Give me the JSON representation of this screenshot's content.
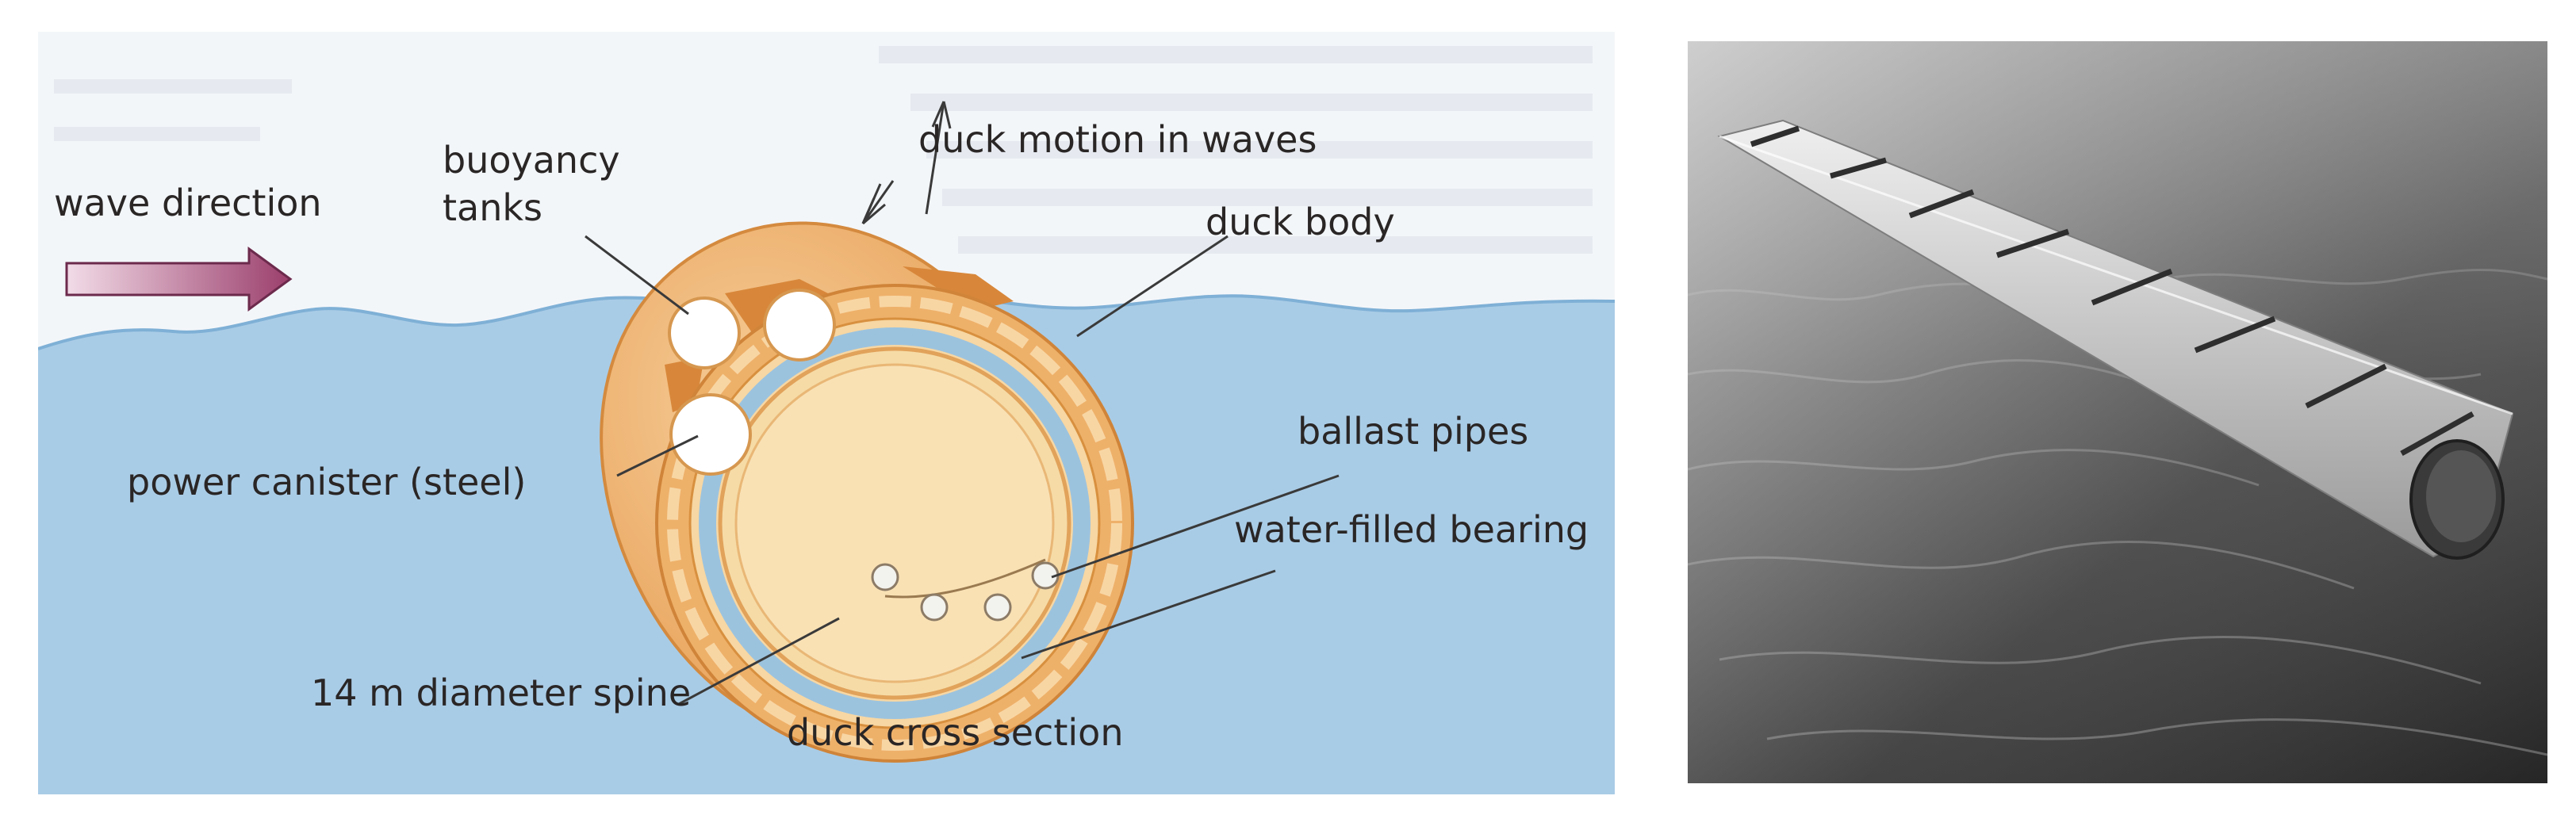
{
  "diagram": {
    "labels": {
      "wave_direction": "wave direction",
      "buoyancy_line1": "buoyancy",
      "buoyancy_line2": "tanks",
      "duck_motion": "duck motion in waves",
      "duck_body": "duck body",
      "power_canister": "power canister (steel)",
      "ballast_pipes": "ballast pipes",
      "water_bearing": "water-filled bearing",
      "spine": "14 m diameter spine",
      "cross_section": "duck cross section"
    },
    "colors": {
      "water": "#a9cce6",
      "background_paper": "#f3f6f9",
      "duck_body": "#ecae66",
      "duck_inner": "#f7d7a3",
      "spine_fill": "#f6dba6",
      "bearing": "#9cc3de",
      "arrow": "#a8557a"
    }
  },
  "photo": {
    "subject": "segmented duck wave energy converter on ocean surface"
  }
}
